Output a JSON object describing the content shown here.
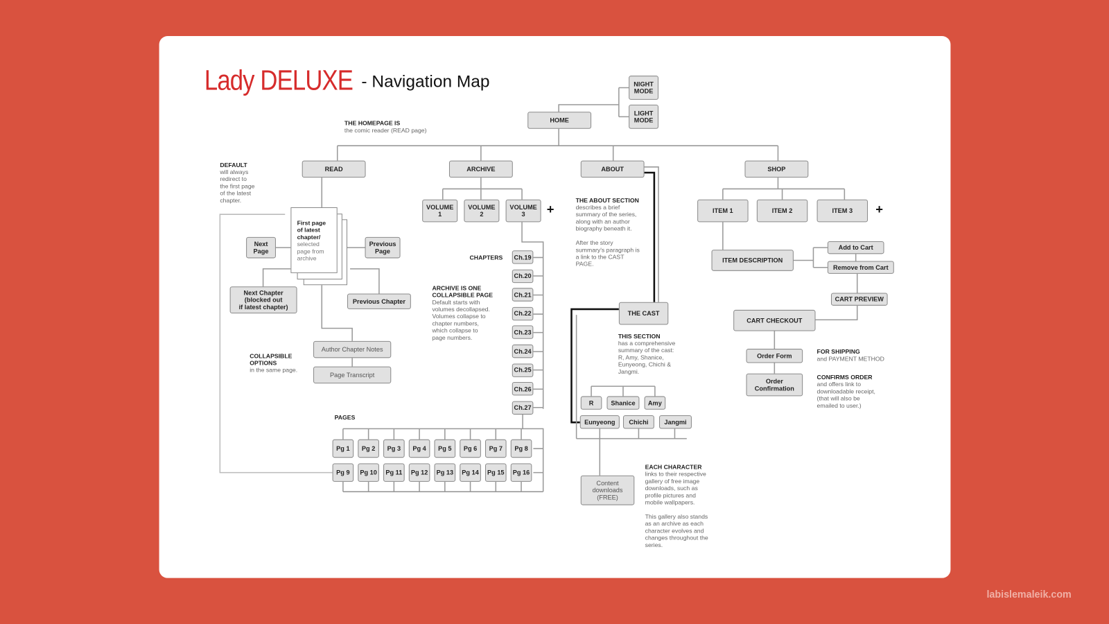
{
  "header": {
    "logo": "Lady DELUXE",
    "title": "- Navigation Map"
  },
  "watermark": "labislemaleik.com",
  "colors": {
    "background": "#D9523F",
    "brand": "#D62B2B",
    "box": "#E1E1E1"
  },
  "modes": {
    "night": "NIGHT\nMODE",
    "light": "LIGHT\nMODE"
  },
  "nav": {
    "home": "HOME",
    "read": "READ",
    "archive": "ARCHIVE",
    "about": "ABOUT",
    "shop": "SHOP"
  },
  "notes": {
    "homepage_h": "THE HOMEPAGE IS",
    "homepage": "the comic reader (READ page)",
    "default_h": "DEFAULT",
    "default": "will always\nredirect to\nthe first page\nof the latest\nchapter.",
    "about_h": "THE ABOUT SECTION",
    "about": "describes a brief\nsummary of the series,\nalong with an author\nbiography beneath it.\n\nAfter the story\nsummary's paragraph is\na link to the CAST\nPAGE.",
    "chapters": "CHAPTERS",
    "archive_h": "ARCHIVE IS ONE\nCOLLAPSIBLE PAGE",
    "archive": "Default starts with\nvolumes decollapsed.\nVolumes collapse to\nchapter numbers,\nwhich collapse to\npage numbers.",
    "collapsible_h": "COLLAPSIBLE\nOPTIONS",
    "collapsible": "in the same page.",
    "pages": "PAGES",
    "cast_h": "THIS SECTION",
    "cast": "has a comprehensive\nsummary of the cast:\nR, Amy, Shanice,\nEunyeong, Chichi &\nJangmi.",
    "each_h": "EACH CHARACTER",
    "each": "links to their respective\ngallery of free image\ndownloads, such as\nprofile pictures and\nmobile wallpapers.\n\nThis gallery also stands\nas an archive as each\ncharacter evolves and\nchanges throughout the\nseries.",
    "shipping_h": "FOR SHIPPING",
    "shipping": "and PAYMENT METHOD",
    "confirms_h": "CONFIRMS ORDER",
    "confirms": "and offers link to\ndownloadable receipt,\n(that will also be\nemailed to user.)"
  },
  "read": {
    "page_h": "First page\nof latest\nchapter/",
    "page": "selected\npage from\narchive",
    "next_page": "Next\nPage",
    "prev_page": "Previous\nPage",
    "next_chapter": "Next Chapter\n(blocked out\nif latest chapter)",
    "prev_chapter": "Previous Chapter",
    "author_notes": "Author Chapter Notes",
    "transcript": "Page Transcript"
  },
  "archive": {
    "volumes": [
      "VOLUME\n1",
      "VOLUME\n2",
      "VOLUME\n3"
    ],
    "plus": "+",
    "chapters": [
      "Ch.19",
      "Ch.20",
      "Ch.21",
      "Ch.22",
      "Ch.23",
      "Ch.24",
      "Ch.25",
      "Ch.26",
      "Ch.27"
    ],
    "pages": [
      "Pg 1",
      "Pg 2",
      "Pg 3",
      "Pg 4",
      "Pg 5",
      "Pg 6",
      "Pg 7",
      "Pg 8",
      "Pg 9",
      "Pg 10",
      "Pg 11",
      "Pg 12",
      "Pg 13",
      "Pg 14",
      "Pg 15",
      "Pg 16"
    ]
  },
  "about": {
    "cast": "THE CAST",
    "characters": [
      "R",
      "Shanice",
      "Amy",
      "Eunyeong",
      "Chichi",
      "Jangmi"
    ],
    "downloads": "Content\ndownloads\n(FREE)"
  },
  "shop": {
    "items": [
      "ITEM 1",
      "ITEM 2",
      "ITEM 3"
    ],
    "plus": "+",
    "description": "ITEM DESCRIPTION",
    "add": "Add to Cart",
    "remove": "Remove from Cart",
    "preview": "CART PREVIEW",
    "checkout": "CART CHECKOUT",
    "order_form": "Order Form",
    "confirmation": "Order\nConfirmation"
  }
}
